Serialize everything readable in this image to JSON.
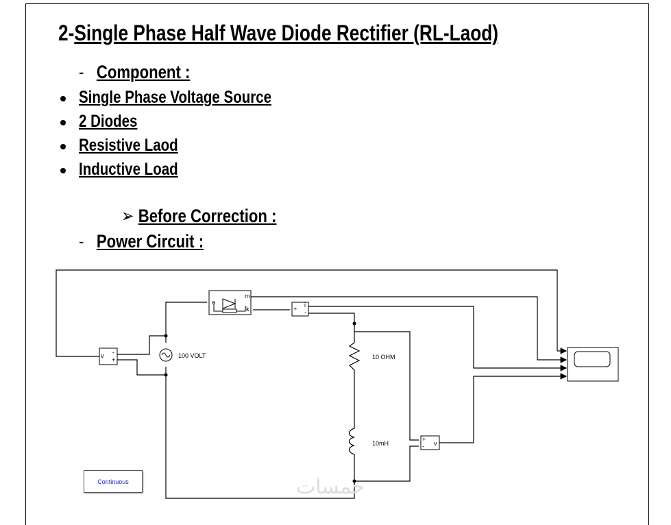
{
  "heading": {
    "number": "2-",
    "title": "Single Phase Half Wave Diode Rectifier (RL-Laod)"
  },
  "component_section": {
    "dash": "-",
    "label": "Component :"
  },
  "components": [
    "Single Phase Voltage Source",
    "2 Diodes",
    "Resistive Laod",
    "Inductive Load"
  ],
  "before_correction": {
    "arrow": "➢",
    "label": "Before Correction :"
  },
  "power_circuit": {
    "dash": "-",
    "label": "Power Circuit :"
  },
  "diagram": {
    "source_label": "100 VOLT",
    "resistor_label": "10 OHM",
    "inductor_label": "10mH",
    "diode_ports": {
      "a": "a",
      "k": "k",
      "m": "m"
    },
    "current_meter": {
      "plus": "+",
      "minus": "-",
      "out": "i"
    },
    "voltage_meter_source": {
      "out": "v",
      "plus": "+",
      "minus": "-"
    },
    "voltage_meter_load": {
      "plus": "+",
      "minus": "-",
      "out": "v"
    },
    "solver": "Continuous"
  },
  "watermark": "خمسات"
}
